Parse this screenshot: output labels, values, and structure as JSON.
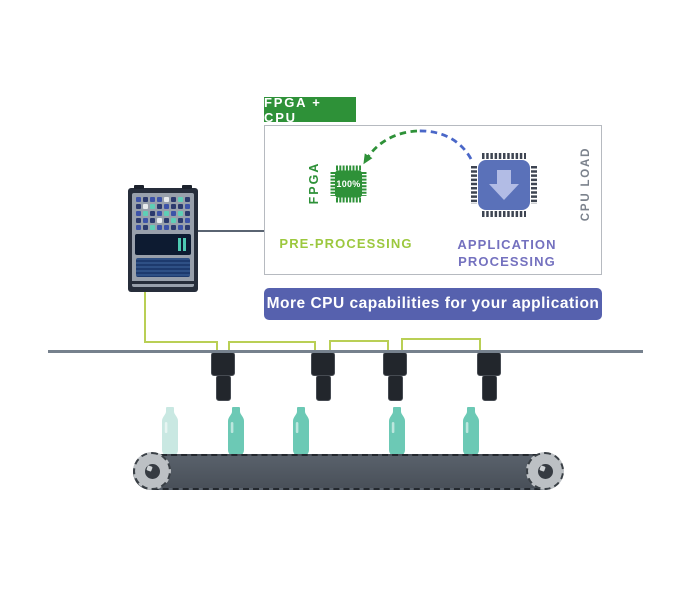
{
  "header_tag": {
    "label": "FPGA + CPU",
    "bg": "#2e9138"
  },
  "processing_box": {
    "fpga": {
      "vertical_label": "FPGA",
      "load_value": "100%",
      "caption": "PRE-PROCESSING"
    },
    "cpu": {
      "caption_line1": "APPLICATION",
      "caption_line2": "PROCESSING"
    },
    "side_label": "CPU LOAD"
  },
  "banner": {
    "text": "More CPU capabilities for your application",
    "bg": "#5661ae"
  },
  "colors": {
    "green": "#2e9138",
    "light_green_text": "#9cc83e",
    "cable_green": "#b9cf55",
    "arc_blue": "#4a67c8",
    "banner_blue": "#5661ae",
    "cpu_chip_blue": "#5a71b9",
    "cpu_arrow": "#b2bce5",
    "app_purple": "#7471bf",
    "cpu_load_gray": "#7b828c",
    "rail_gray": "#76818d",
    "camera_dark": "#22262c",
    "belt_gray": "#4d555f",
    "bottle_teal": "#6cc9b5",
    "bottle_pale": "#c9e8e2",
    "pin_dark": "#3e4552"
  },
  "server": {
    "led_pattern": [
      "b",
      "n",
      "b",
      "b",
      "w",
      "n",
      "t",
      "n",
      "n",
      "w",
      "t",
      "n",
      "b",
      "n",
      "n",
      "b",
      "b",
      "t",
      "n",
      "b",
      "t",
      "b",
      "t",
      "n",
      "n",
      "b",
      "n",
      "w",
      "n",
      "t",
      "n",
      "b",
      "b",
      "n",
      "t",
      "b",
      "b",
      "n",
      "b",
      "n"
    ],
    "led_colors": {
      "n": "#2c3a6d",
      "b": "#3d53a8",
      "t": "#5fceb6",
      "w": "#e8ebee"
    }
  },
  "equipment": {
    "camera_count": 4,
    "bottle_count": 5
  }
}
